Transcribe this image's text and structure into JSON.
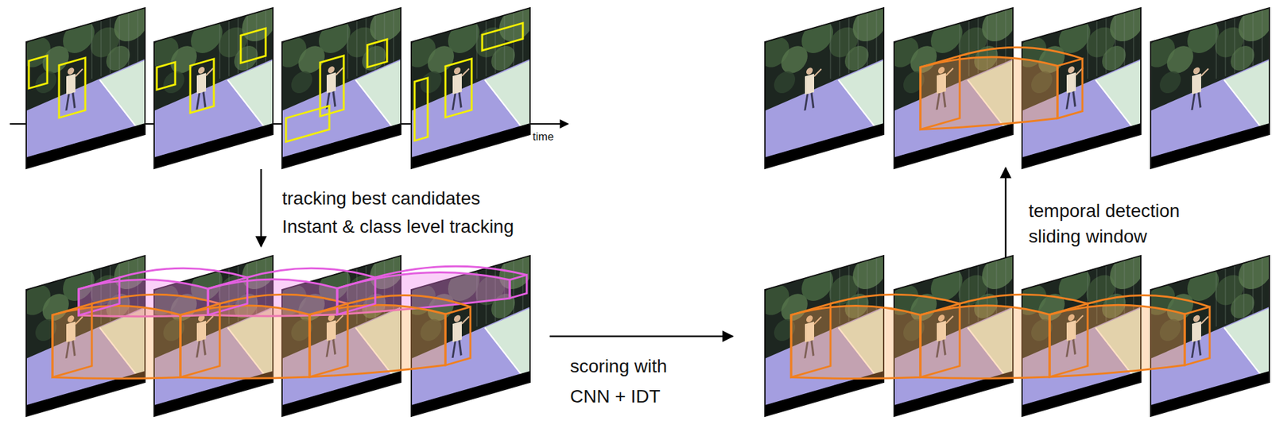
{
  "diagram": {
    "labels": [
      "time",
      "tracking best candidates",
      "Instant & class level tracking",
      "scoring with",
      "CNN + IDT",
      "temporal detection",
      "sliding window"
    ]
  }
}
